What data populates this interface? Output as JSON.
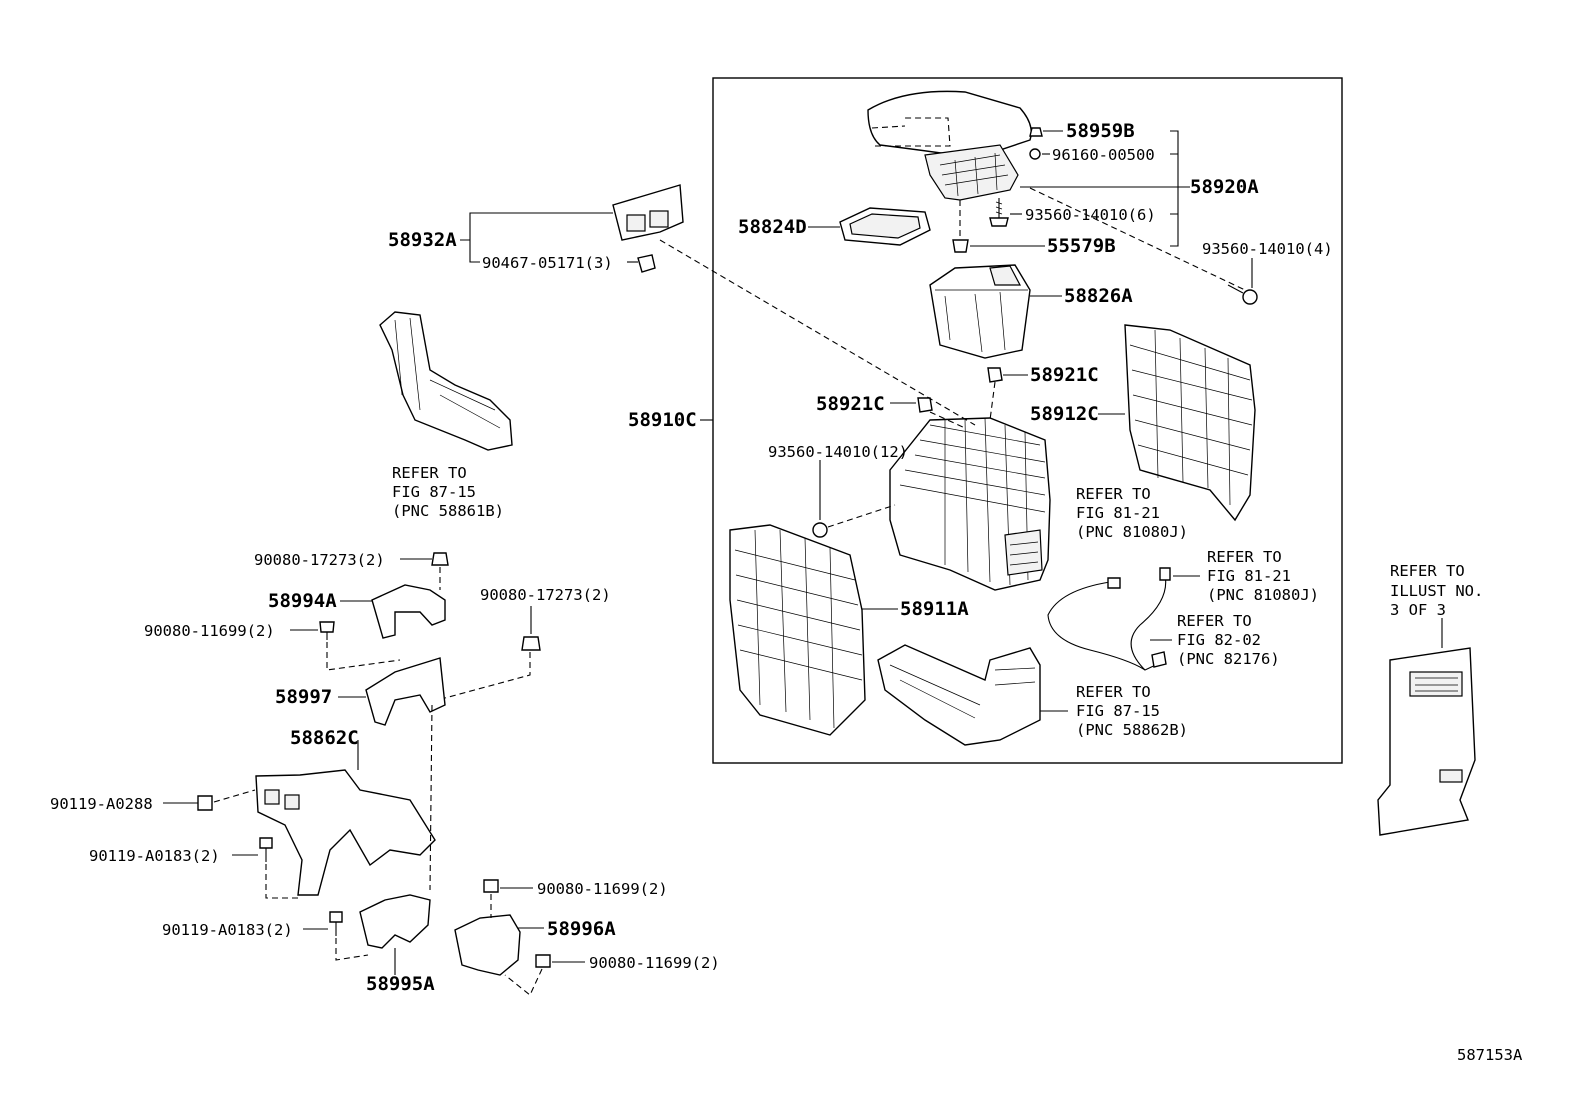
{
  "labels": {
    "p58959B": "58959B",
    "p96160": "96160-00500",
    "p58920A": "58920A",
    "p93560_6": "93560-14010(6)",
    "p55579B": "55579B",
    "p93560_4": "93560-14010(4)",
    "p58824D": "58824D",
    "p58826A": "58826A",
    "p58921C_top": "58921C",
    "p58921C_left": "58921C",
    "p58912C": "58912C",
    "p58910C": "58910C",
    "p93560_12": "93560-14010(12)",
    "p58911A": "58911A",
    "p58932A": "58932A",
    "p90467": "90467-05171(3)",
    "p90080_17273_a": "90080-17273(2)",
    "p90080_17273_b": "90080-17273(2)",
    "p58994A": "58994A",
    "p90080_11699_a": "90080-11699(2)",
    "p58997": "58997",
    "p58862C": "58862C",
    "p90119_A0288": "90119-A0288",
    "p90119_A0183_a": "90119-A0183(2)",
    "p90119_A0183_b": "90119-A0183(2)",
    "p90080_11699_b": "90080-11699(2)",
    "p58996A": "58996A",
    "p90080_11699_c": "90080-11699(2)",
    "p58995A": "58995A",
    "illust_id": "587153A"
  },
  "refs": {
    "r1": [
      "REFER TO",
      "FIG 87-15",
      "(PNC 58861B)"
    ],
    "r2": [
      "REFER TO",
      "FIG 81-21",
      "(PNC 81080J)"
    ],
    "r3": [
      "REFER TO",
      "FIG 81-21",
      "(PNC 81080J)"
    ],
    "r4": [
      "REFER TO",
      "FIG 82-02",
      "(PNC 82176)"
    ],
    "r5": [
      "REFER TO",
      "FIG 87-15",
      "(PNC 58862B)"
    ],
    "r6": [
      "REFER TO",
      "ILLUST NO.",
      "3 OF 3"
    ]
  }
}
